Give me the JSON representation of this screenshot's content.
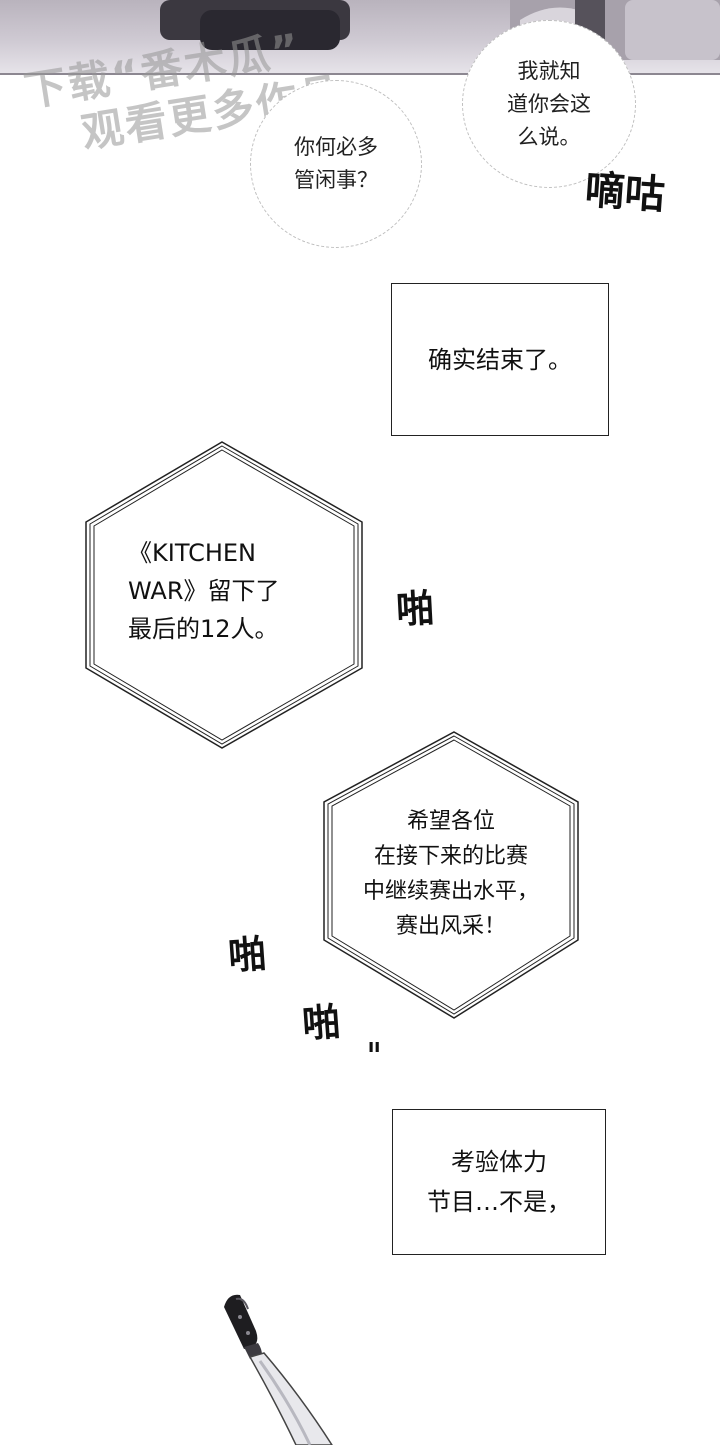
{
  "watermark": {
    "line1": "下载“番木瓜”",
    "line2": "观看更多作品"
  },
  "bubbles": [
    {
      "text": "你何必多\n管闲事？"
    },
    {
      "text": "我就知\n道你会这\n么说。"
    }
  ],
  "sfx": {
    "dizu": "嘀咕",
    "pa1": "啪",
    "pa2": "啪",
    "pa3": "啪",
    "tick": "ıı"
  },
  "narration": {
    "box1": "确实结束了。",
    "hex1": "《KITCHEN\nWAR》留下了\n最后的12人。",
    "hex2": "希望各位\n在接下来的比赛\n中继续赛出水平，\n赛出风采！",
    "box2": "考验体力\n节目…不是，"
  }
}
